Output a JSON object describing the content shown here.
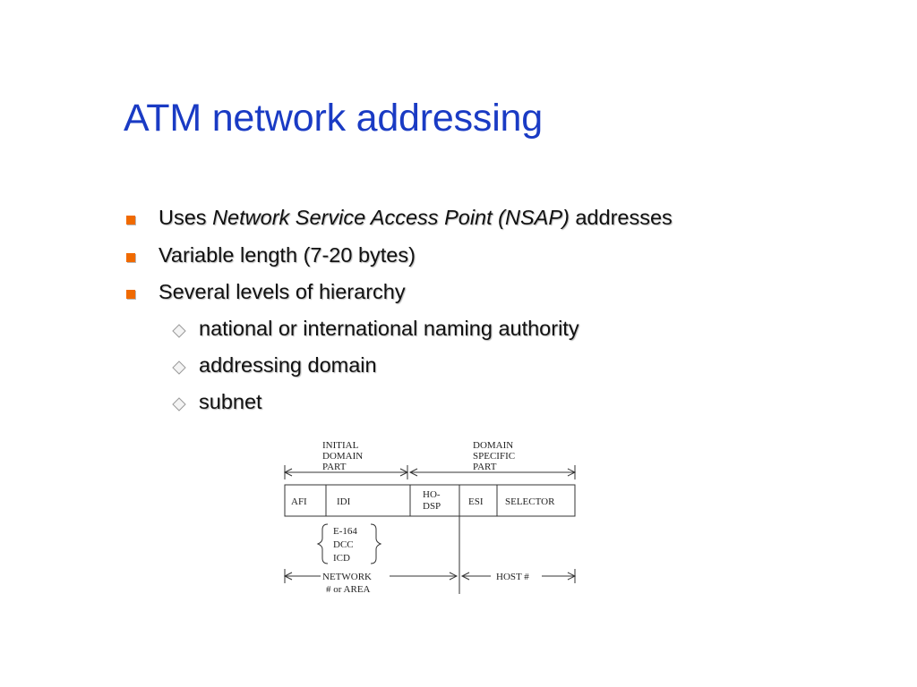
{
  "title": "ATM network addressing",
  "bullets": [
    {
      "prefix": "Uses ",
      "italic": "Network Service Access Point (NSAP)",
      "suffix": " addresses"
    },
    {
      "text": "Variable length (7-20 bytes)"
    },
    {
      "text": "Several levels of hierarchy"
    }
  ],
  "subbullets": [
    "national or international naming authority",
    "addressing domain",
    "subnet"
  ],
  "diagram": {
    "idp_label": [
      "INITIAL",
      "DOMAIN",
      "PART"
    ],
    "dsp_label": [
      "DOMAIN",
      "SPECIFIC",
      "PART"
    ],
    "fields": {
      "afi": "AFI",
      "idi": "IDI",
      "ho_dsp": [
        "HO-",
        "DSP"
      ],
      "esi": "ESI",
      "selector": "SELECTOR"
    },
    "idi_types": [
      "E-164",
      "DCC",
      "ICD"
    ],
    "network_label": [
      "NETWORK",
      "# or AREA"
    ],
    "host_label": "HOST #"
  },
  "colors": {
    "title": "#1a3bc4",
    "bullet": "#f06a00"
  }
}
